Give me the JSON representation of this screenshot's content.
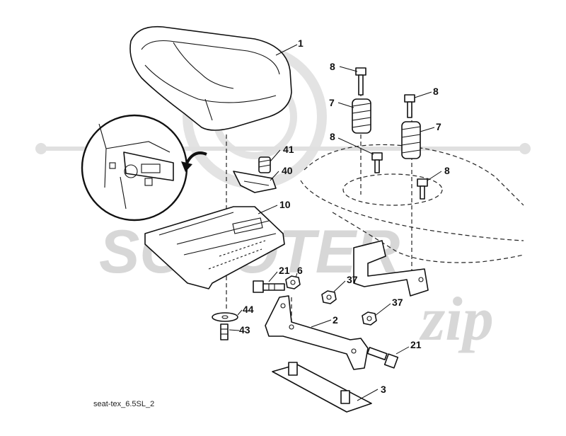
{
  "callouts": {
    "seat": "1",
    "bracket": "2",
    "base_plate": "3",
    "nut_a": "6",
    "spring_a": "7",
    "spring_b": "7",
    "bolt_a": "8",
    "bolt_b": "8",
    "bolt_c": "8",
    "bolt_d": "8",
    "seat_plate": "10",
    "bolt_e": "21",
    "bolt_f": "21",
    "nut_b": "37",
    "nut_c": "37",
    "clip": "40",
    "small_spring": "41",
    "screw": "43",
    "washer": "44"
  },
  "caption": "seat-tex_6.5SL_2",
  "watermark": {
    "word1": "SCOOTER",
    "word2": "zip"
  },
  "colors": {
    "ink": "#111111",
    "watermark": "#d7d7d7"
  }
}
